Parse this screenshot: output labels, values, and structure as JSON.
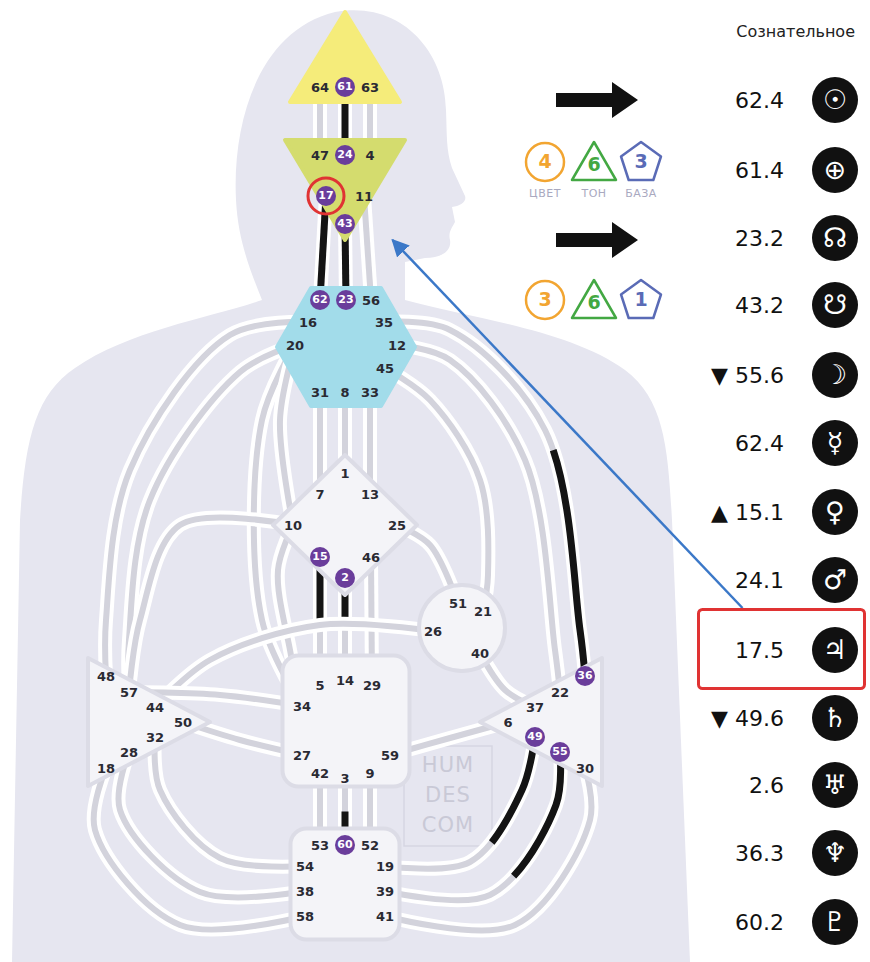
{
  "diagram": {
    "nodes": [
      {
        "text": [
          "64",
          "61",
          "63"
        ]
      },
      {
        "text": [
          "47",
          "24",
          "4",
          "17",
          "11",
          "43"
        ]
      },
      {
        "text": [
          "62",
          "23",
          "56",
          "16",
          "35",
          "20",
          "12",
          "45",
          "31",
          "8",
          "33"
        ]
      },
      {
        "text": [
          "1",
          "7",
          "13",
          "10",
          "25",
          "15",
          "46",
          "2"
        ]
      },
      {
        "text": [
          "51",
          "21",
          "26",
          "40"
        ]
      },
      {
        "text": [
          "48",
          "57",
          "44",
          "50",
          "32",
          "28",
          "18"
        ]
      },
      {
        "text": [
          "5",
          "14",
          "29",
          "34",
          "27",
          "42",
          "3",
          "9",
          "59"
        ]
      },
      {
        "text": [
          "36",
          "22",
          "37",
          "6",
          "49",
          "55",
          "30"
        ]
      },
      {
        "text": [
          "53",
          "60",
          "52",
          "54",
          "19",
          "38",
          "39",
          "58",
          "41"
        ]
      },
      {
        "text": [
          "4",
          "ЦВЕТ"
        ]
      },
      {
        "text": [
          "6",
          "ТОН"
        ]
      },
      {
        "text": [
          "3",
          "БАЗА"
        ]
      },
      {
        "text": [
          "3"
        ]
      },
      {
        "text": [
          "6"
        ]
      },
      {
        "text": [
          "1"
        ]
      },
      {
        "text": [
          "17.5",
          "♃"
        ]
      }
    ],
    "edges": [
      {
        "from": 0,
        "to": 1,
        "arrow": "none"
      },
      {
        "from": 0,
        "to": 1,
        "arrow": "none"
      },
      {
        "from": 0,
        "to": 1,
        "arrow": "none"
      },
      {
        "from": 1,
        "to": 2,
        "arrow": "none"
      },
      {
        "from": 1,
        "to": 2,
        "arrow": "none"
      },
      {
        "from": 1,
        "to": 2,
        "arrow": "none"
      },
      {
        "from": 2,
        "to": 5,
        "arrow": "none"
      },
      {
        "from": 2,
        "to": 5,
        "arrow": "none"
      },
      {
        "from": 2,
        "to": 6,
        "arrow": "none"
      },
      {
        "from": 2,
        "to": 3,
        "arrow": "none"
      },
      {
        "from": 2,
        "to": 3,
        "arrow": "none"
      },
      {
        "from": 2,
        "to": 3,
        "arrow": "none"
      },
      {
        "from": 2,
        "to": 3,
        "arrow": "none"
      },
      {
        "from": 2,
        "to": 4,
        "arrow": "none"
      },
      {
        "from": 2,
        "to": 7,
        "arrow": "none"
      },
      {
        "from": 2,
        "to": 7,
        "arrow": "none"
      },
      {
        "from": 3,
        "to": 6,
        "arrow": "none"
      },
      {
        "from": 3,
        "to": 5,
        "arrow": "none"
      },
      {
        "from": 3,
        "to": 4,
        "arrow": "none"
      },
      {
        "from": 3,
        "to": 6,
        "arrow": "none"
      },
      {
        "from": 3,
        "to": 6,
        "arrow": "none"
      },
      {
        "from": 3,
        "to": 6,
        "arrow": "none"
      },
      {
        "from": 4,
        "to": 5,
        "arrow": "none"
      },
      {
        "from": 4,
        "to": 7,
        "arrow": "none"
      },
      {
        "from": 6,
        "to": 5,
        "arrow": "none"
      },
      {
        "from": 6,
        "to": 5,
        "arrow": "none"
      },
      {
        "from": 6,
        "to": 7,
        "arrow": "none"
      },
      {
        "from": 6,
        "to": 8,
        "arrow": "none"
      },
      {
        "from": 6,
        "to": 8,
        "arrow": "none"
      },
      {
        "from": 6,
        "to": 8,
        "arrow": "none"
      },
      {
        "from": 8,
        "to": 5,
        "arrow": "none"
      },
      {
        "from": 8,
        "to": 5,
        "arrow": "none"
      },
      {
        "from": 8,
        "to": 5,
        "arrow": "none"
      },
      {
        "from": 8,
        "to": 7,
        "arrow": "none"
      },
      {
        "from": 8,
        "to": 7,
        "arrow": "none"
      },
      {
        "from": 8,
        "to": 7,
        "arrow": "none"
      },
      {
        "from": 15,
        "to": 1,
        "arrow": "to"
      }
    ],
    "labels": [
      "Сознательное",
      "62.4",
      "☉",
      "61.4",
      "⊕",
      "23.2",
      "☊",
      "43.2",
      "☋",
      "▼ 55.6",
      "☽",
      "62.4",
      "☿",
      "▲ 15.1",
      "♀",
      "24.1",
      "♂",
      "▼ 49.6",
      "♄",
      "2.6",
      "♅",
      "36.3",
      "♆",
      "60.2",
      "♇",
      "HUM DES COM"
    ]
  }
}
